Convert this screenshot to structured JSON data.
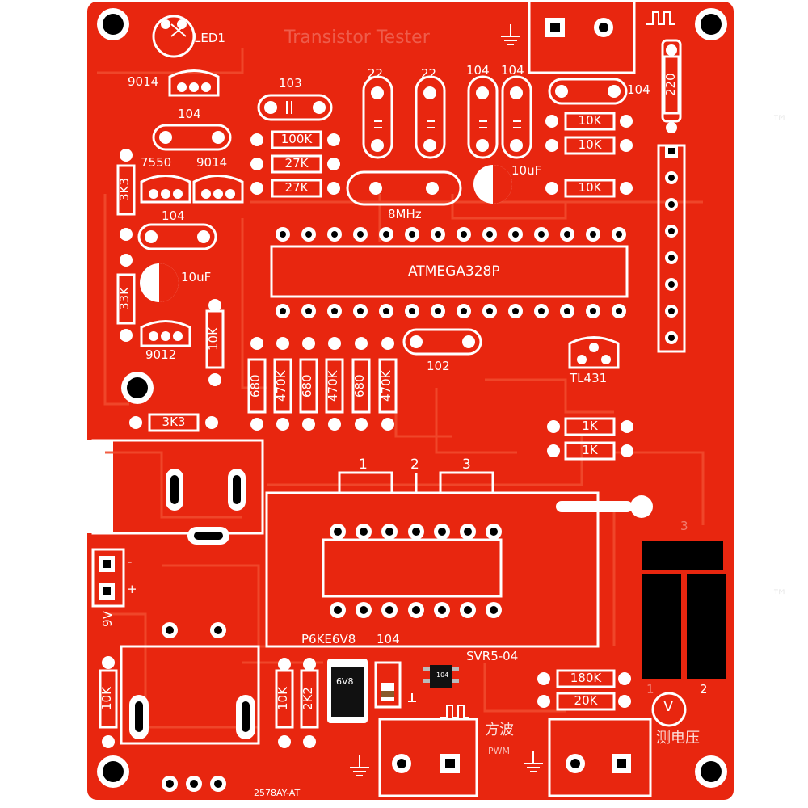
{
  "title": "Transistor Tester",
  "mcu": "ATMEGA328P",
  "crystal": "8MHz",
  "board_id": "2578AY-AT",
  "led": "LED1",
  "transistors": [
    "9014",
    "7550",
    "9014",
    "9012",
    "TL431"
  ],
  "capacitors": [
    "103",
    "104",
    "104",
    "22",
    "22",
    "104",
    "104",
    "104",
    "10uF",
    "10uF",
    "102",
    "104"
  ],
  "resistors": {
    "top": [
      "100K",
      "27K",
      "27K"
    ],
    "right": [
      "10K",
      "10K",
      "10K",
      "220"
    ],
    "left_vertical": [
      "3K3",
      "33K",
      "10K"
    ],
    "middle_vertical": [
      "680",
      "470K",
      "680",
      "470K",
      "680",
      "470K"
    ],
    "left_horizontal": "3K3",
    "right_lower": [
      "1K",
      "1K"
    ],
    "bottom_right": [
      "180K",
      "20K"
    ],
    "bottom_left": [
      "10K",
      "10K",
      "2K2"
    ]
  },
  "socket_pins": [
    "1",
    "2",
    "3"
  ],
  "tvs": "P6KE6V8",
  "tvs_marking": "6V8",
  "regulator": "SVR5-04",
  "regulator_marking": "104",
  "battery": {
    "label": "9V",
    "minus": "-",
    "plus": "+"
  },
  "chinese": {
    "square_wave": "方波",
    "pwm": "PWM",
    "measure_voltage": "测电压",
    "voltmeter_symbol": "V"
  },
  "pad_numbers": {
    "three": "3",
    "one": "1",
    "two": "2"
  },
  "trademark": "™",
  "colors": {
    "board": "#e8260f",
    "silk": "#ffffff",
    "pad": "#ffffff",
    "hole": "#000000",
    "trace": "#f04a2e"
  }
}
